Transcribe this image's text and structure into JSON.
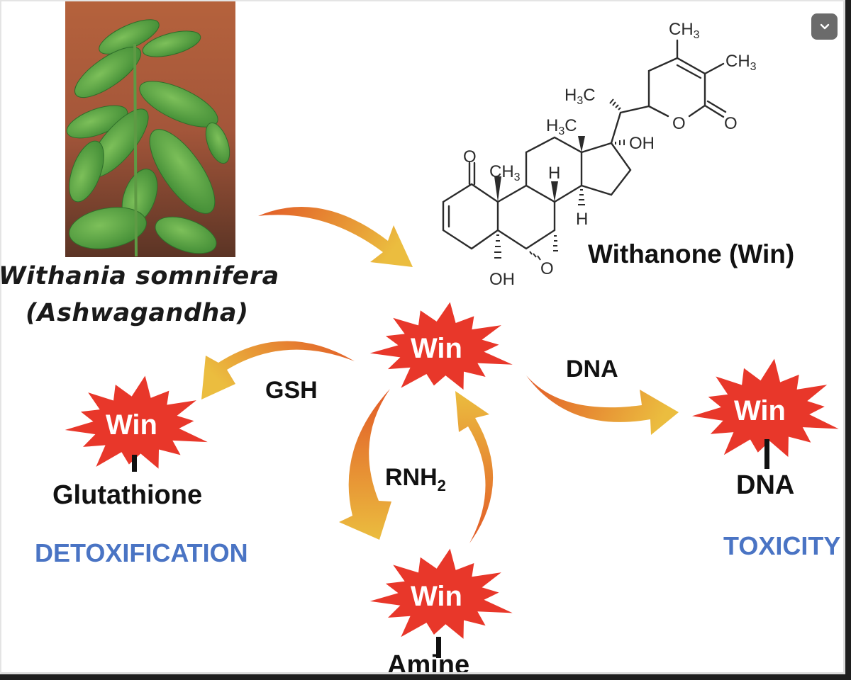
{
  "figure": {
    "plant": {
      "photo_alt": "Ashwagandha plant photo",
      "name_latin": "Withania somnifera",
      "name_common": "(Ashwagandha)"
    },
    "compound": {
      "name": "Withanone (Win)",
      "atoms": {
        "ch3_top": "CH",
        "ch3_right": "CH",
        "h3c_side": "H",
        "h3c_c18": "H",
        "oh_17": "OH",
        "o_lactone": "O",
        "o_carbonyl_lactone": "O",
        "o_ketone": "O",
        "ch3_c19": "CH",
        "h_c8": "H",
        "h_c14": "H",
        "oh_c5": "OH",
        "o_epoxide": "O",
        "sub3": "3",
        "c_letter": "C"
      }
    },
    "central_node": {
      "label": "Win"
    },
    "pathways": [
      {
        "reagent": "GSH",
        "product_label": "Win",
        "adduct": "Glutathione",
        "outcome": "DETOXIFICATION"
      },
      {
        "reagent": "RNH",
        "reagent_sub": "2",
        "product_label": "Win",
        "adduct": "Amine"
      },
      {
        "reagent": "DNA",
        "product_label": "Win",
        "adduct": "DNA",
        "outcome": "TOXICITY"
      }
    ],
    "colors": {
      "star_red": "#e8372a",
      "arrow_start": "#e4642a",
      "arrow_end": "#e9b43c",
      "outcome_blue": "#4a74c4"
    }
  },
  "controls": {
    "collapse_icon": "chevron-down"
  }
}
